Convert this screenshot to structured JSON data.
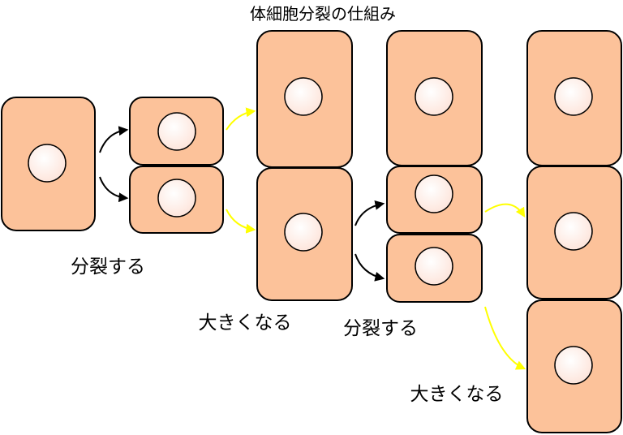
{
  "title": "体細胞分裂の仕組み",
  "labels": {
    "divide_1": "分裂する",
    "grow_1": "大きくなる",
    "divide_2": "分裂する",
    "grow_2": "大きくなる"
  },
  "colors": {
    "cell_fill": "#fcc29a",
    "nucleus_fill": "#fff3ee",
    "nucleus_center": "#ffffff",
    "divide_arrow": "#000000",
    "grow_arrow": "#ffff00"
  }
}
